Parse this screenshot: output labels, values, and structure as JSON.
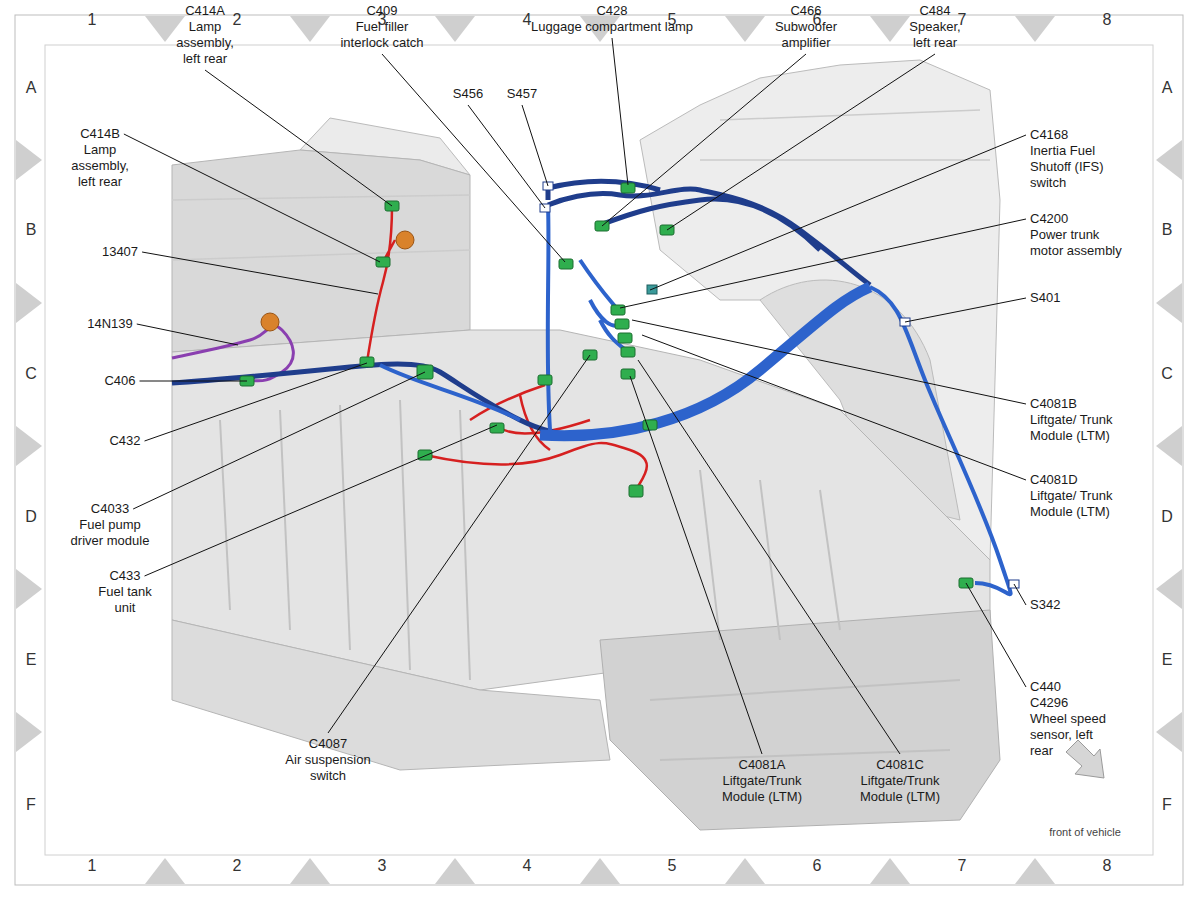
{
  "diagram": {
    "labels": [
      "1",
      "2",
      "3",
      "4",
      "5",
      "6",
      "7",
      "8",
      "A",
      "B",
      "C",
      "D",
      "E",
      "F",
      "A",
      "B",
      "C",
      "D",
      "E",
      "F",
      "1",
      "2",
      "3",
      "4",
      "5",
      "6",
      "7",
      "8",
      "C414A",
      "Lamp assembly, left rear",
      "C409",
      "Fuel filler interlock catch",
      "S456",
      "S457",
      "C428",
      "Luggage compartment lamp",
      "C466",
      "Subwoofer amplifier",
      "C484",
      "Speaker, left rear",
      "C414B",
      "Lamp assembly, left rear",
      "C4168",
      "Inertia Fuel Shutoff (IFS) switch",
      "13407",
      "C4200",
      "Power trunk motor assembly",
      "S401",
      "14N139",
      "C406",
      "C432",
      "C4081B",
      "Liftgate/ Trunk Module (LTM)",
      "C4081D",
      "Liftgate/ Trunk Module (LTM)",
      "C4033",
      "Fuel pump driver module",
      "C433",
      "Fuel tank unit",
      "S342",
      "C440",
      "C4296",
      "Wheel speed sensor, left rear",
      "C4087",
      "Air suspension switch",
      "C4081A",
      "Liftgate/Trunk Module (LTM)",
      "C4081C",
      "Liftgate/Trunk Module (LTM)",
      "front of vehicle"
    ]
  }
}
